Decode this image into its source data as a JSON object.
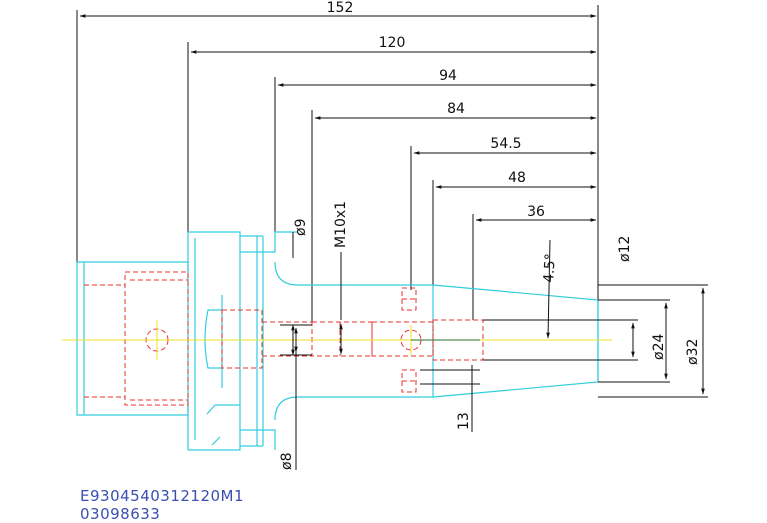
{
  "dimensions": {
    "horizontal": [
      "152",
      "120",
      "94",
      "84",
      "54.5",
      "48",
      "36"
    ],
    "angle": "4.5°",
    "diameter_12": "ø12",
    "diameter_24": "ø24",
    "diameter_32": "ø32",
    "diameter_9": "ø9",
    "thread": "M10x1",
    "diameter_8": "ø8",
    "length_13": "13"
  },
  "codes": {
    "line1": "E9304540312120M1",
    "line2": "03098633"
  },
  "colors": {
    "outline": "#33ccdd",
    "hidden": "#e8322e",
    "centerline": "#f0e020",
    "dimension": "#111111",
    "code_text": "#3a4fb0"
  }
}
